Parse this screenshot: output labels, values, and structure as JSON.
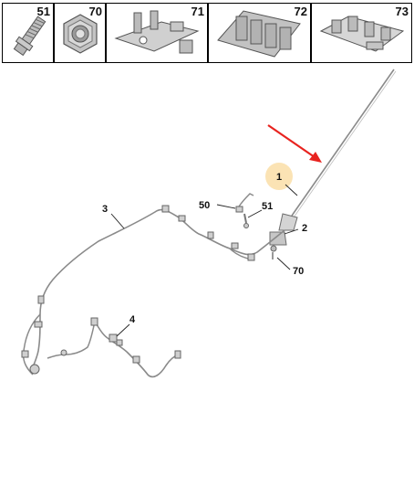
{
  "parts_strip": [
    {
      "number": "51",
      "icon": "screw-icon"
    },
    {
      "number": "70",
      "icon": "hex-nut-icon"
    },
    {
      "number": "71",
      "icon": "bracket-icon"
    },
    {
      "number": "72",
      "icon": "connector-block-icon"
    },
    {
      "number": "73",
      "icon": "connector-holder-icon"
    }
  ],
  "callouts": {
    "c1": "1",
    "c2": "2",
    "c3": "3",
    "c4": "4",
    "c50": "50",
    "c51": "51",
    "c70": "70"
  },
  "colors": {
    "arrow": "#e8231f",
    "highlight": "#fbe3b4",
    "line": "#8a8a8a"
  }
}
